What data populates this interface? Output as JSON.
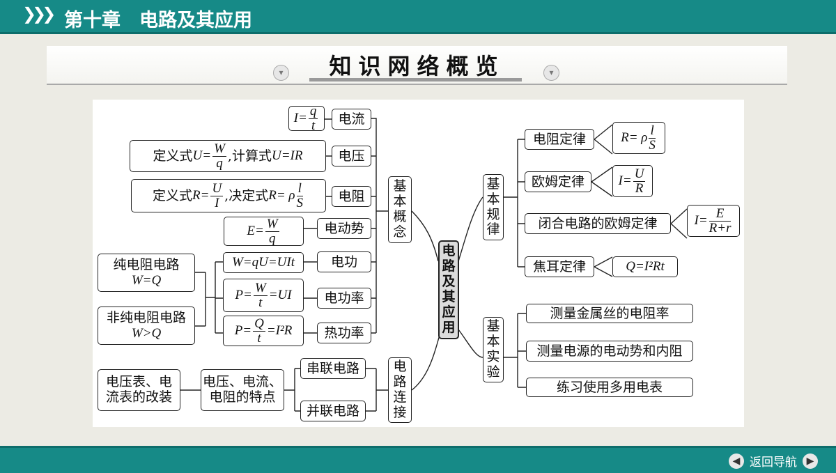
{
  "header": {
    "chevrons": "❯❯❯",
    "title": "第十章　电路及其应用"
  },
  "banner": {
    "title": "知识网络概览"
  },
  "diagram": {
    "root": "电路及其应用",
    "left": {
      "basic_concepts": "基本概念",
      "current": "电流",
      "current_formula": {
        "lhs": "I=",
        "num": "q",
        "den": "t"
      },
      "voltage": "电压",
      "voltage_formula": {
        "pre": "定义式",
        "lhs": "U=",
        "num": "W",
        "den": "q",
        "mid": ",计算式",
        "rest": "U=IR"
      },
      "resistance": "电阻",
      "resistance_formula": {
        "pre": "定义式",
        "lhs": "R=",
        "num": "U",
        "den": "I",
        "mid": ",决定式",
        "lhs2": "R= ρ",
        "num2": "l",
        "den2": "S"
      },
      "emf": "电动势",
      "emf_formula": {
        "lhs": "E=",
        "num": "W",
        "den": "q"
      },
      "work": "电功",
      "work_formula": "W=qU=UIt",
      "power": "电功率",
      "power_formula": {
        "lhs": "P=",
        "num": "W",
        "den": "t",
        "rest": "=UI"
      },
      "heat_power": "热功率",
      "heat_formula": {
        "lhs": "P=",
        "num": "Q",
        "den": "t",
        "rest": "=I²R"
      },
      "pure_resistive": {
        "title": "纯电阻电路",
        "eq": "W=Q"
      },
      "nonpure_resistive": {
        "title": "非纯电阻电路",
        "eq": "W>Q"
      },
      "circuit_connection": "电路连接",
      "series": "串联电路",
      "parallel": "并联电路",
      "features": "电压、电流、电阻的特点",
      "features_lines": [
        "电压、电流、",
        "电阻的特点"
      ],
      "meter_mod_lines": [
        "电压表、电",
        "流表的改装"
      ]
    },
    "right": {
      "basic_laws": "基本规律",
      "resistance_law": "电阻定律",
      "resistance_law_formula": {
        "lhs": "R= ρ",
        "num": "l",
        "den": "S"
      },
      "ohm_law": "欧姆定律",
      "ohm_law_formula": {
        "lhs": "I=",
        "num": "U",
        "den": "R"
      },
      "closed_ohm": "闭合电路的欧姆定律",
      "closed_ohm_formula": {
        "lhs": "I=",
        "num": "E",
        "den": "R+r"
      },
      "joule_law": "焦耳定律",
      "joule_formula": "Q=I²Rt",
      "basic_experiments": "基本实验",
      "exp1": "测量金属丝的电阻率",
      "exp2": "测量电源的电动势和内阻",
      "exp3": "练习使用多用电表"
    }
  },
  "footer": {
    "nav_label": "返回导航",
    "prev_icon": "◀",
    "next_icon": "▶"
  }
}
